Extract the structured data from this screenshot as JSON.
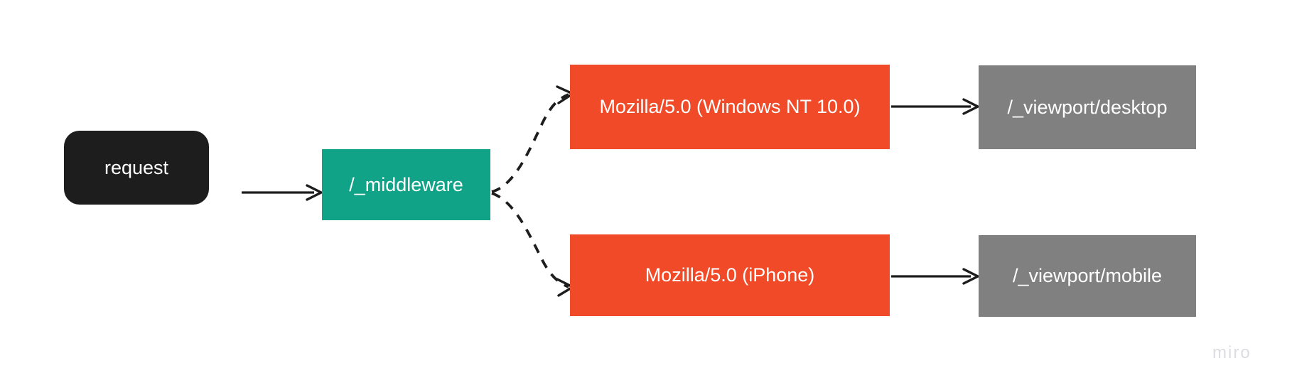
{
  "diagram": {
    "title": "request middleware user-agent routing flow",
    "background_color": "#ffffff",
    "nodes": [
      {
        "id": "request",
        "label": "request",
        "shape": "rounded-rectangle",
        "fill": "#1d1d1d",
        "text_color": "#ffffff"
      },
      {
        "id": "middleware",
        "label": "/_middleware",
        "shape": "rectangle",
        "fill": "#11a387",
        "text_color": "#ffffff"
      },
      {
        "id": "ua_desktop",
        "label": "Mozilla/5.0 (Windows NT 10.0)",
        "shape": "rectangle",
        "fill": "#f04a28",
        "text_color": "#ffffff"
      },
      {
        "id": "ua_mobile",
        "label": "Mozilla/5.0 (iPhone)",
        "shape": "rectangle",
        "fill": "#f04a28",
        "text_color": "#ffffff"
      },
      {
        "id": "viewport_desktop",
        "label": "/_viewport/desktop",
        "shape": "rectangle",
        "fill": "#808080",
        "text_color": "#ffffff"
      },
      {
        "id": "viewport_mobile",
        "label": "/_viewport/mobile",
        "shape": "rectangle",
        "fill": "#808080",
        "text_color": "#ffffff"
      }
    ],
    "edges": [
      {
        "id": "e1",
        "from": "request",
        "to": "middleware",
        "style": "solid",
        "arrow": "single"
      },
      {
        "id": "e2",
        "from": "middleware",
        "to": "ua_desktop",
        "style": "dashed",
        "arrow": "single"
      },
      {
        "id": "e3",
        "from": "middleware",
        "to": "ua_mobile",
        "style": "dashed",
        "arrow": "single"
      },
      {
        "id": "e4",
        "from": "ua_desktop",
        "to": "viewport_desktop",
        "style": "solid",
        "arrow": "single"
      },
      {
        "id": "e5",
        "from": "ua_mobile",
        "to": "viewport_mobile",
        "style": "solid",
        "arrow": "single"
      }
    ]
  },
  "watermark": {
    "label": "miro",
    "color": "#dcdde3"
  }
}
